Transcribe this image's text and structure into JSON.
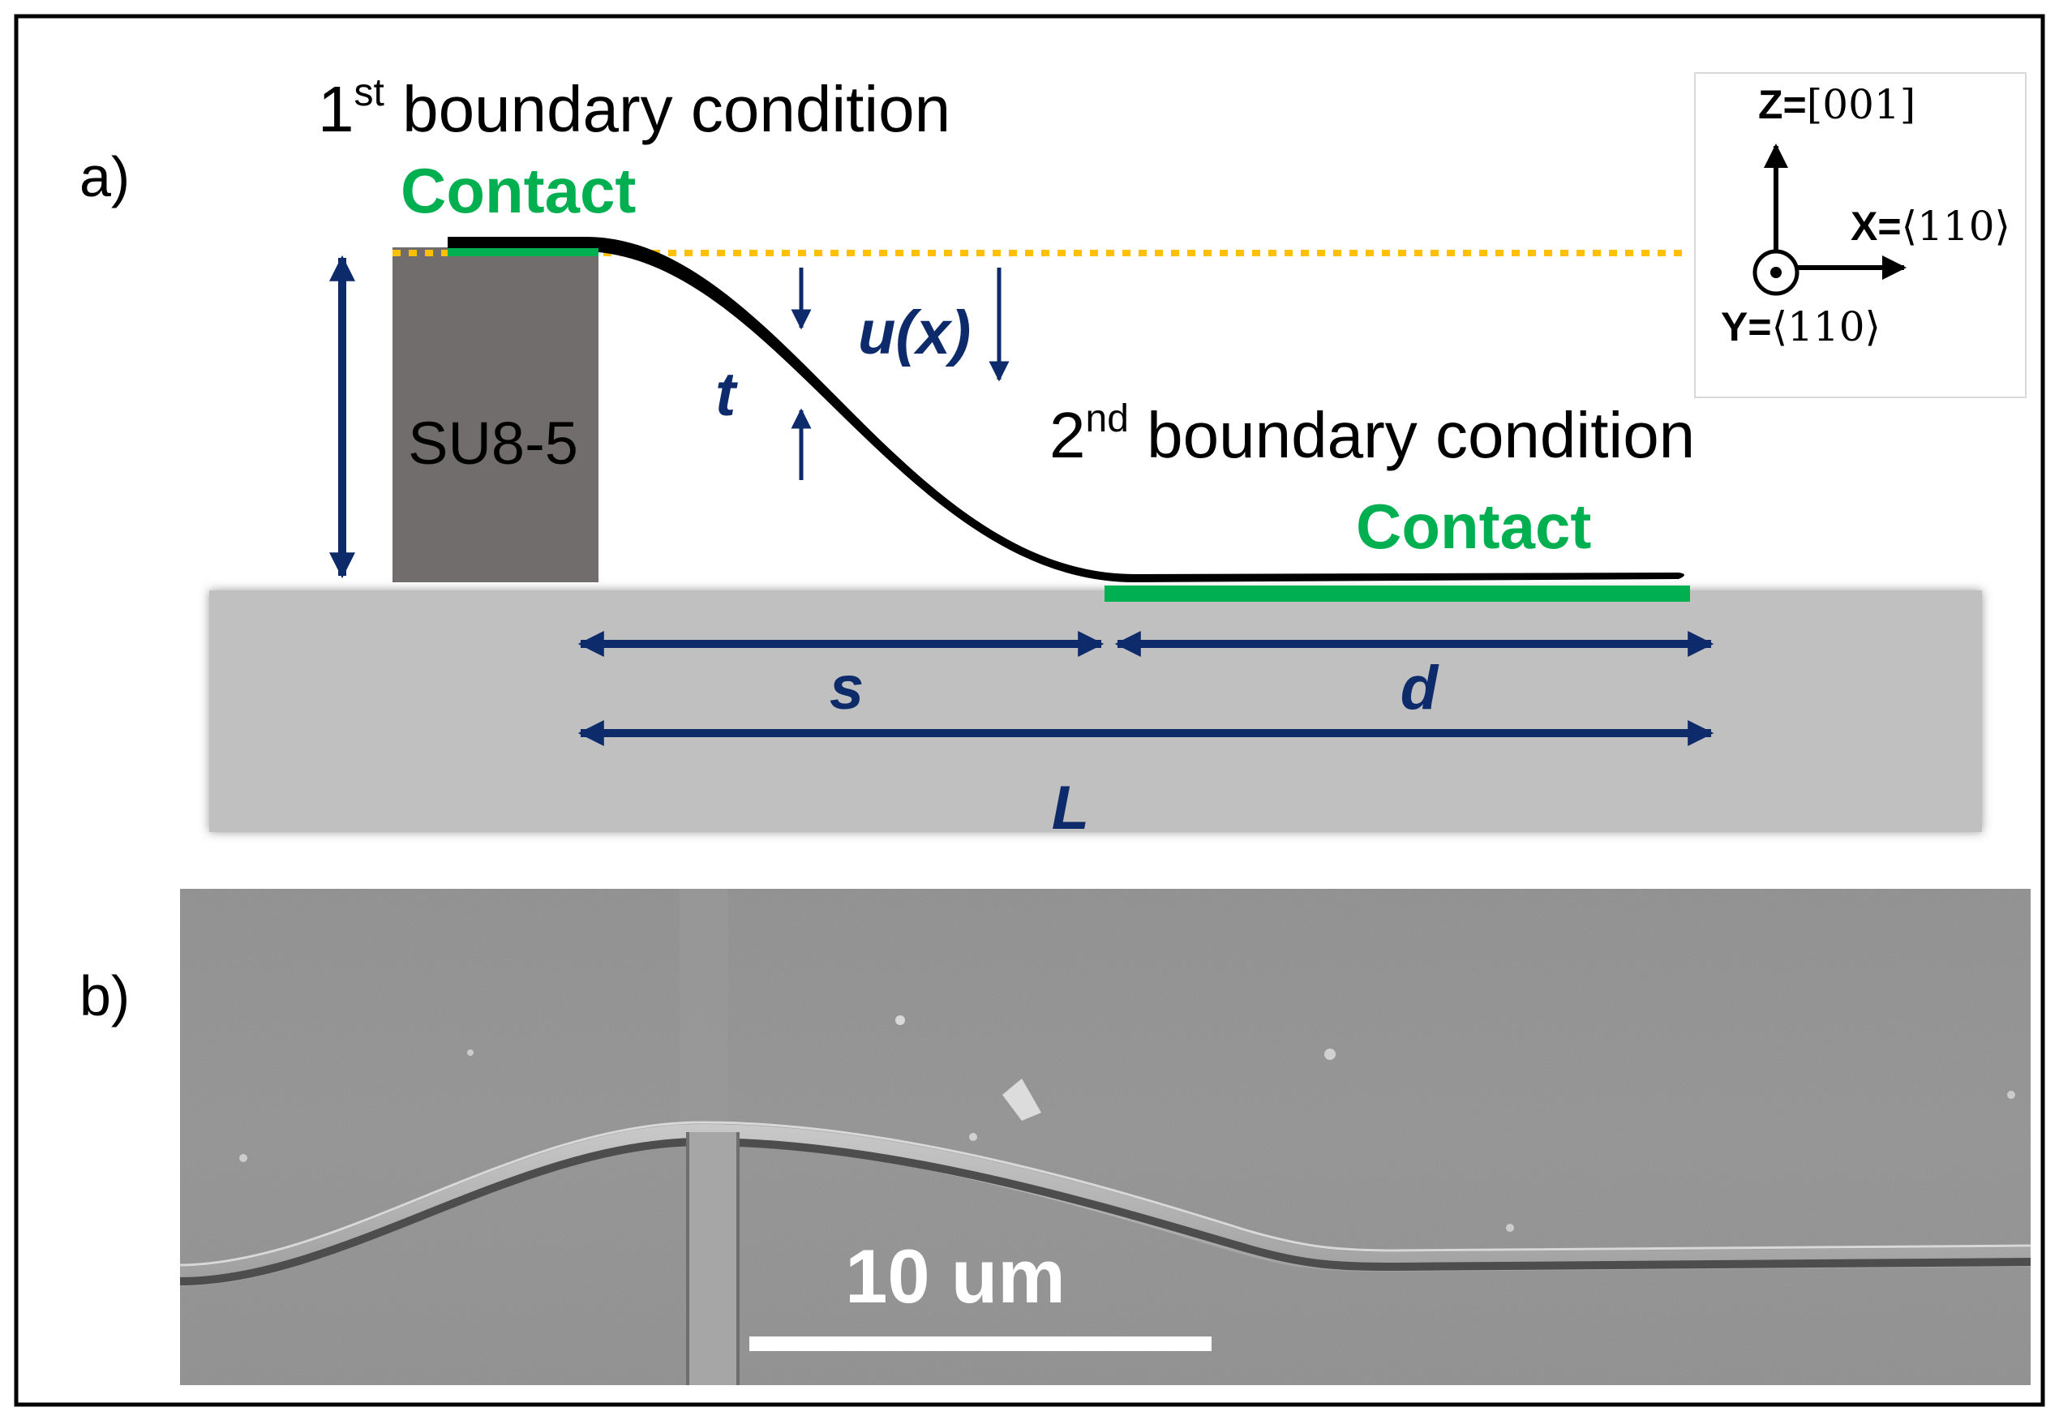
{
  "panel_a": {
    "panel_label": "a)",
    "boundary1": {
      "prefix": "1",
      "superscript": "st",
      "text": " boundary condition"
    },
    "contact1": "Contact",
    "pillar_label": "SU8-5",
    "t_label": "t",
    "u_label": "u(x)",
    "boundary2": {
      "prefix": "2",
      "superscript": "nd",
      "text": " boundary condition"
    },
    "contact2": "Contact",
    "s_label": "s",
    "d_label": "d",
    "L_label": "L",
    "axes": {
      "z_prefix": "Z=",
      "z_value": "[001]",
      "x_prefix": "X=",
      "x_value": "⟨110⟩",
      "y_prefix": "Y=",
      "y_value": "⟨110⟩"
    }
  },
  "panel_b": {
    "panel_label": "b)",
    "scale_bar_label": "10 um"
  },
  "colors": {
    "navy": "#0d2a6b",
    "green": "#00b050",
    "pillar": "#716d6c",
    "substrate": "#c0c0c0",
    "dotted_line": "#ffc000",
    "beam": "#000000"
  }
}
